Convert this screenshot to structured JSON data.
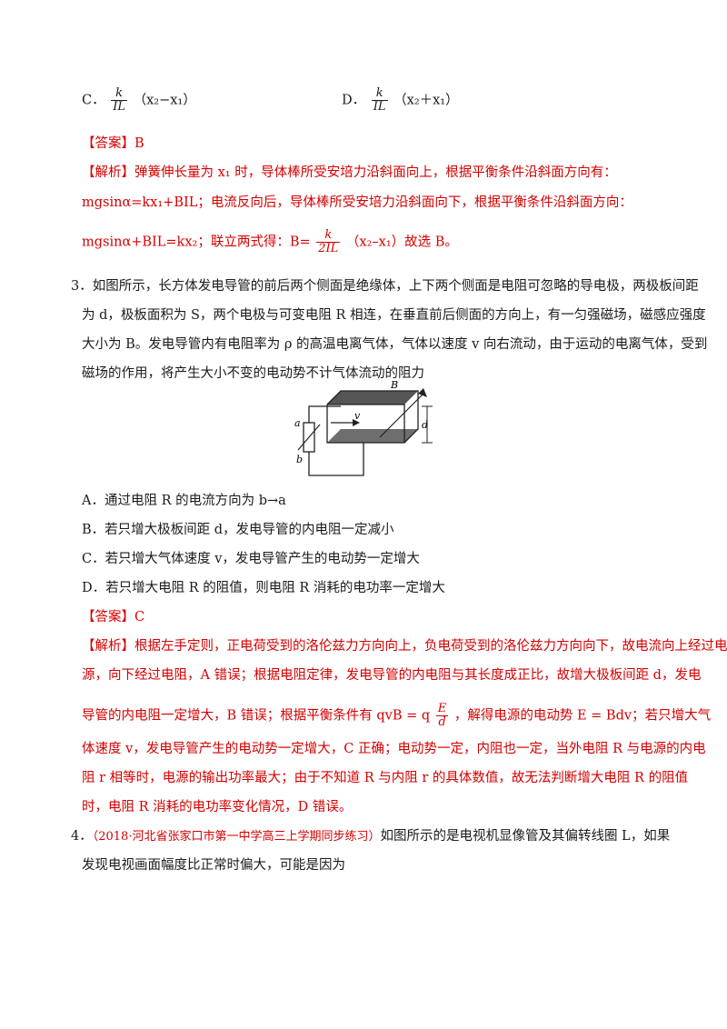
{
  "q2": {
    "optC_label": "C．",
    "optC_num": "k",
    "optC_den": "IL",
    "optC_rest": "（x₂−x₁）",
    "optD_label": "D．",
    "optD_num": "k",
    "optD_den": "IL",
    "optD_rest": "（x₂＋x₁）",
    "answer": "【答案】B",
    "exp_tag": "【解析】",
    "exp_line1": "弹簧伸长量为 x₁ 时，导体棒所受安培力沿斜面向上，根据平衡条件沿斜面方向有：",
    "exp_line2": "mgsinα=kx₁+BIL；电流反向后，导体棒所受安培力沿斜面向下，根据平衡条件沿斜面方向：",
    "exp_line3_a": "mgsinα+BIL=kx₂；联立两式得：B=",
    "exp_line3_num": "k",
    "exp_line3_den": "2IL",
    "exp_line3_b": "（x₂–x₁）故选 B。"
  },
  "q3": {
    "stem1": "3．如图所示，长方体发电导管的前后两个侧面是绝缘体，上下两个侧面是电阻可忽略的导电极，两极板间距",
    "stem2": "为 d，极板面积为 S，两个电极与可变电阻 R 相连，在垂直前后侧面的方向上，有一匀强磁场，磁感应强度",
    "stem3": "大小为 B。发电导管内有电阻率为 ρ 的高温电离气体，气体以速度 v 向右流动，由于运动的电离气体，受到",
    "stem4": "磁场的作用，将产生大小不变的电动势不计气体流动的阻力",
    "fig_label_a": "a",
    "fig_label_b": "b",
    "fig_label_B": "B",
    "fig_label_v": "v",
    "fig_label_d": "d",
    "optA": "A．通过电阻 R 的电流方向为 b→a",
    "optB": "B．若只增大极板间距 d，发电导管的内电阻一定减小",
    "optC": "C．若只增大气体速度 v，发电导管产生的电动势一定增大",
    "optD": "D．若只增大电阻 R 的阻值，则电阻 R 消耗的电功率一定增大",
    "answer": "【答案】C",
    "exp1": "【解析】根据左手定则，正电荷受到的洛伦兹力方向向上，负电荷受到的洛伦兹力方向向下，故电流向上经过电",
    "exp2": "源，向下经过电阻，A 错误；根据电阻定律，发电导管的内电阻与其长度成正比，故增大极板间距 d，发电",
    "exp3_a": "导管的内电阻一定增大，B 错误；根据平衡条件有 qvB = q",
    "exp3_num": "E",
    "exp3_den": "d",
    "exp3_b": "，解得电源的电动势 E = Bdv；若只增大气",
    "exp4": "体速度 v，发电导管产生的电动势一定增大，C 正确；电动势一定，内阻也一定，当外电阻 R 与电源的内电",
    "exp5": "阻 r 相等时，电源的输出功率最大；由于不知道 R 与内阻 r 的具体数值，故无法判断增大电阻 R 的阻值",
    "exp6": "时，电阻 R 消耗的电功率变化情况，D 错误。"
  },
  "q4": {
    "num": "4．",
    "source": "（2018·河北省张家口市第一中学高三上学期同步练习）",
    "stem1_rest": "如图所示的是电视机显像管及其偏转线圈 L，如果",
    "stem2": "发现电视画面幅度比正常时偏大，可能是因为"
  }
}
